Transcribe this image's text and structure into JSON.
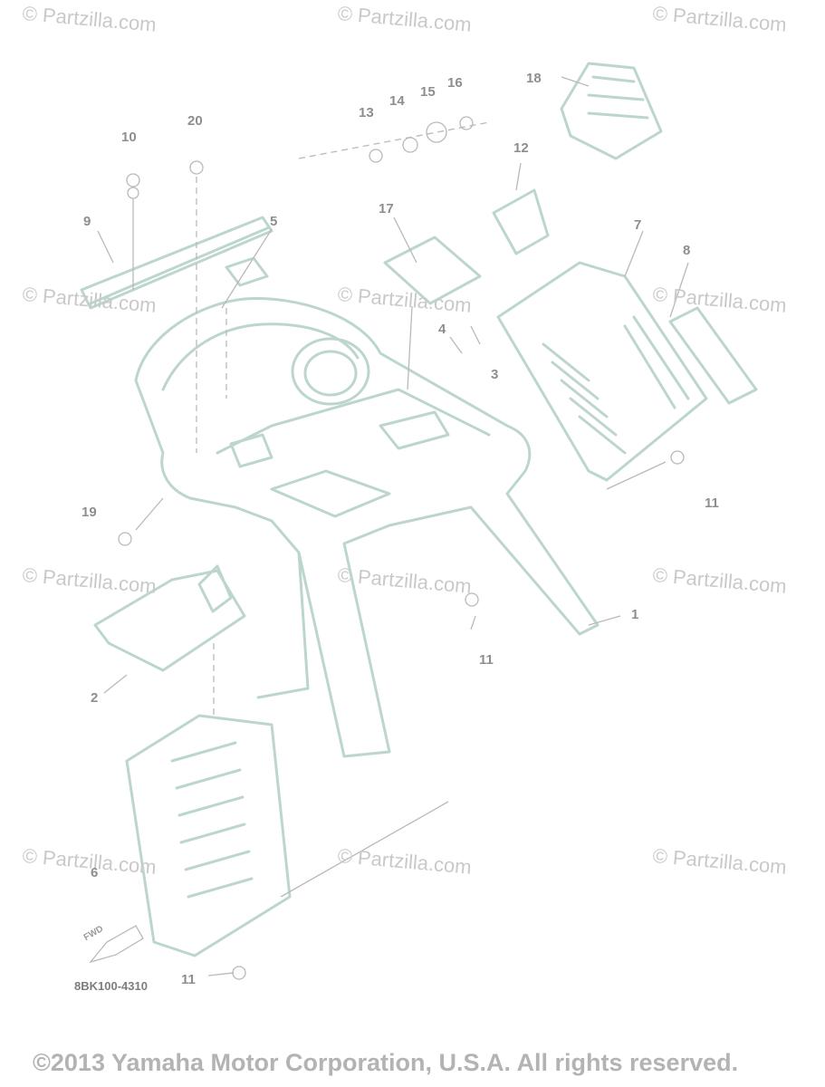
{
  "diagram": {
    "reference_code": "8BK100-4310",
    "fwd_label": "FWD",
    "callouts": [
      {
        "id": "c1",
        "text": "1"
      },
      {
        "id": "c2",
        "text": "2"
      },
      {
        "id": "c3",
        "text": "3"
      },
      {
        "id": "c4",
        "text": "4"
      },
      {
        "id": "c5",
        "text": "5"
      },
      {
        "id": "c6",
        "text": "6"
      },
      {
        "id": "c7",
        "text": "7"
      },
      {
        "id": "c8",
        "text": "8"
      },
      {
        "id": "c9",
        "text": "9"
      },
      {
        "id": "c10",
        "text": "10"
      },
      {
        "id": "c11a",
        "text": "11"
      },
      {
        "id": "c11b",
        "text": "11"
      },
      {
        "id": "c11c",
        "text": "11"
      },
      {
        "id": "c12",
        "text": "12"
      },
      {
        "id": "c13",
        "text": "13"
      },
      {
        "id": "c14",
        "text": "14"
      },
      {
        "id": "c15",
        "text": "15"
      },
      {
        "id": "c16",
        "text": "16"
      },
      {
        "id": "c17",
        "text": "17"
      },
      {
        "id": "c18",
        "text": "18"
      },
      {
        "id": "c19",
        "text": "19"
      },
      {
        "id": "c20",
        "text": "20"
      }
    ]
  },
  "watermark": {
    "text": "© Partzilla.com"
  },
  "copyright": "©2013 Yamaha Motor Corporation, U.S.A. All rights reserved."
}
